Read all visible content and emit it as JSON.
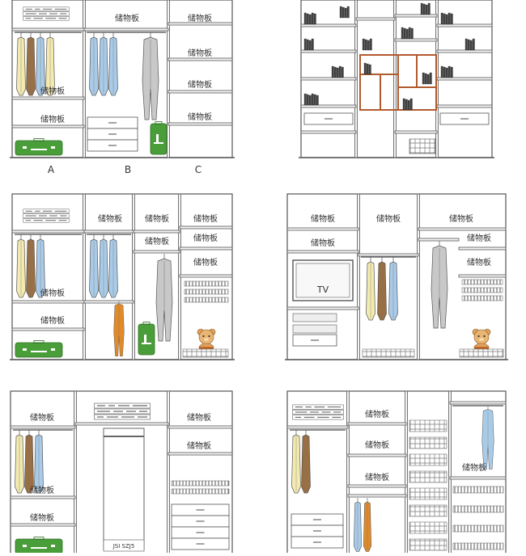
{
  "labels": {
    "shelf": "储物板",
    "tv": "TV",
    "col_a": "A",
    "col_b": "B",
    "col_c": "C",
    "brand": "JSI SZJ5"
  },
  "colors": {
    "line": "#555555",
    "panel": "#ffffff",
    "shelf_fill": "#f4f4f4",
    "accent_green": "#4a9e3a",
    "shirt_yellow": "#f3eab0",
    "shirt_brown": "#9a6f43",
    "shirt_blue": "#a9cbe8",
    "coat_gray": "#c8c8c8",
    "coat_orange": "#e08a2a",
    "bookcase_brown": "#b25a2e",
    "bear": "#e0a35f"
  },
  "icons": [
    "hanging-shirt-icon",
    "hanging-coat-icon",
    "folded-clothes-icon",
    "green-suitcase-icon",
    "teddy-bear-icon",
    "books-icon",
    "shoe-rack-icon",
    "tv-icon"
  ]
}
